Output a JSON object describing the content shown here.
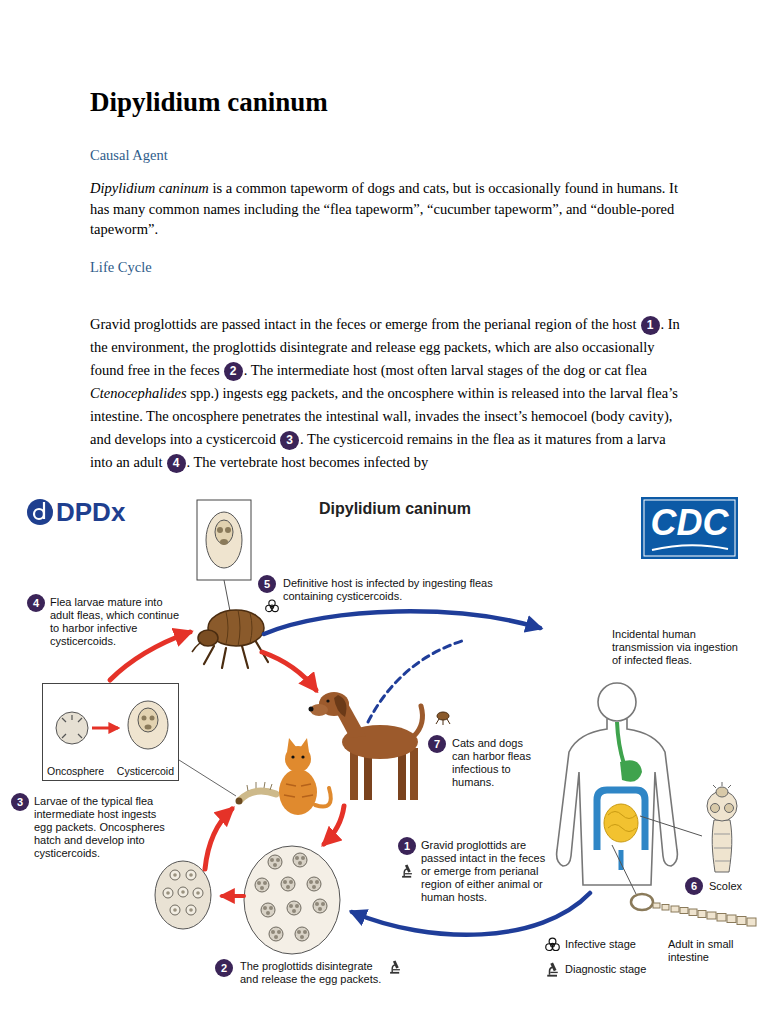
{
  "diagram": {
    "title": "Dipylidium caninum",
    "nodes": [
      {
        "text": [
          "5"
        ]
      },
      {
        "text": [
          "4"
        ]
      },
      {
        "text": [
          "Oncosphere",
          "Cysticercoid"
        ]
      },
      {
        "text": [
          "7"
        ]
      },
      {
        "text": [
          "3"
        ]
      },
      {
        "text": [
          "1"
        ]
      },
      {
        "text": [
          "6"
        ]
      },
      {
        "text": [
          "2"
        ]
      }
    ],
    "labels": [
      "Causal Agent",
      "Dipylidium caninum",
      " is a common tapeworm of dogs and cats, but is occasionally found in humans. It has many common names including the “flea tapeworm”, “cucumber tapeworm”, and “double-pored tapeworm”.",
      "Life Cycle",
      "Gravid proglottids are passed intact in the feces or emerge from the perianal region of the host",
      "1",
      ". In the environment, the proglottids disintegrate and release egg packets, which are also occasionally found free in the feces",
      "2",
      ". The intermediate host (most often larval stages of the dog or cat flea ",
      "Ctenocephalides",
      " spp.) ingests egg packets, and the oncosphere within is released into the larval flea’s intestine. The oncosphere penetrates the intestinal wall, invades the insect’s hemocoel (body cavity), and develops into a cysticercoid",
      "3",
      ". The cysticercoid remains in the flea as it matures from a larva into an adult",
      "4",
      ". The vertebrate host becomes infected by",
      "DPDx",
      "Dipylidium caninum",
      "CDC",
      "Definitive host is infected by ingesting fleas containing cysticercoids.",
      "Flea larvae mature into adult fleas, which continue to harbor infective cysticercoids.",
      "Incidental human transmission via ingestion of infected fleas.",
      "Cats and dogs can harbor fleas infectious to humans.",
      "Larvae of the typical flea intermediate host ingests egg packets. Oncospheres hatch and develop into cysticercoids.",
      "Scolex",
      "Gravid proglottids are passed intact in the feces or emerge from perianal region of either animal or human hosts.",
      "Adult in small intestine",
      "The proglottids disintegrate and release the egg packets."
    ],
    "legend": [
      {
        "text": "Infective stage"
      },
      {
        "text": "Diagnostic stage"
      }
    ]
  }
}
